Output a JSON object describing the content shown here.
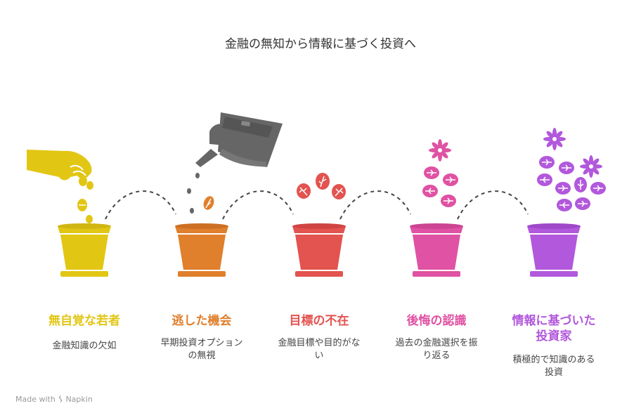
{
  "title": "金融の無知から情報に基づく投資へ",
  "colors": {
    "yellow": "#e2c614",
    "orange": "#e07f2c",
    "red": "#e3534f",
    "pink": "#e052a3",
    "purple": "#b258dc",
    "gray": "#666666"
  },
  "stages": [
    {
      "title": "無自覚な若者",
      "desc": "金融知識の欠如"
    },
    {
      "title": "逃した機会",
      "desc": "早期投資オプション\nの無視"
    },
    {
      "title": "目標の不在",
      "desc": "金融目標や目的がな\nい"
    },
    {
      "title": "後悔の認識",
      "desc": "過去の金融選択を振\nり返る"
    },
    {
      "title": "情報に基づいた\n投資家",
      "desc": "積極的で知識のある\n投資"
    }
  ],
  "footer": {
    "made_with": "Made with",
    "brand": "Napkin"
  }
}
